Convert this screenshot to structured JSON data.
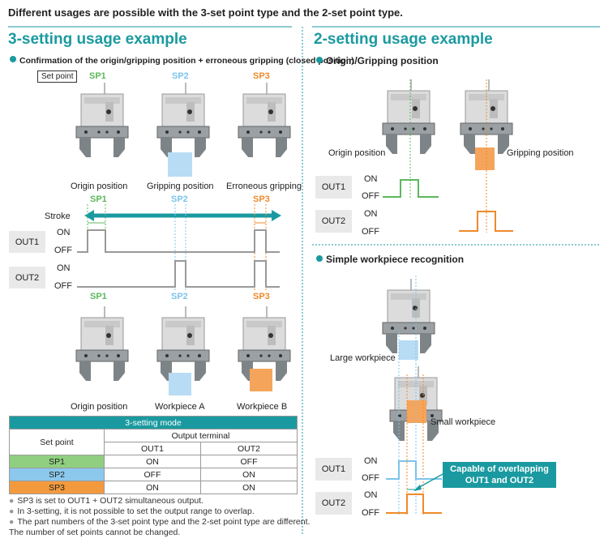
{
  "header": "Different usages are possible with the 3-set point type and the 2-set point type.",
  "left": {
    "title": "3-setting usage example",
    "subtitle": "Confirmation of the origin/gripping position + erroneous gripping (closed position)",
    "set_point_label": "Set point",
    "sp_labels": [
      "SP1",
      "SP2",
      "SP3"
    ],
    "top_captions": [
      "Origin position",
      "Gripping position",
      "Erroneous gripping"
    ],
    "stroke_label": "Stroke",
    "out1": "OUT1",
    "out2": "OUT2",
    "on": "ON",
    "off": "OFF",
    "bottom_captions": [
      "Origin position",
      "Workpiece A",
      "Workpiece B"
    ],
    "table": {
      "title": "3-setting mode",
      "col_set_point": "Set point",
      "col_output": "Output terminal",
      "col_out1": "OUT1",
      "col_out2": "OUT2",
      "rows": [
        {
          "sp": "SP1",
          "out1": "ON",
          "out2": "OFF"
        },
        {
          "sp": "SP2",
          "out1": "OFF",
          "out2": "ON"
        },
        {
          "sp": "SP3",
          "out1": "ON",
          "out2": "ON"
        }
      ]
    },
    "notes": [
      "SP3 is set to OUT1 + OUT2 simultaneous output.",
      "In 3-setting, it is not possible to set the output range to overlap.",
      "The part numbers of the 3-set point type and the 2-set point type are different.",
      "The number of set points cannot be changed."
    ]
  },
  "right": {
    "title": "2-setting usage example",
    "sub1": "Origin/Gripping position",
    "origin": "Origin position",
    "gripping": "Gripping position",
    "out1": "OUT1",
    "out2": "OUT2",
    "on": "ON",
    "off": "OFF",
    "sub2": "Simple workpiece recognition",
    "large": "Large workpiece",
    "small": "Small workpiece",
    "callout": "Capable of overlapping OUT1 and OUT2"
  },
  "colors": {
    "teal": "#1a9aa0",
    "sp1": "#5cb85c",
    "sp2": "#7cc4ec",
    "sp3": "#ef8a2a"
  }
}
